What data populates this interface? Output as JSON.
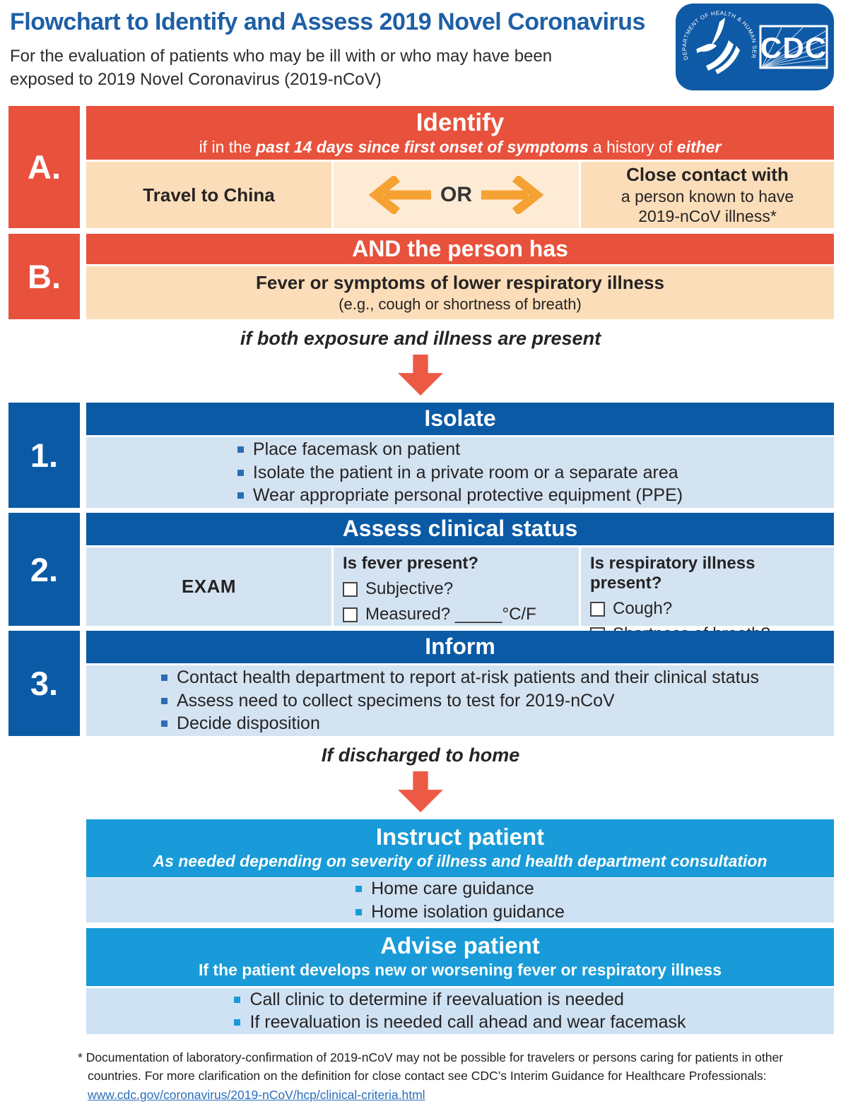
{
  "page": {
    "title": "Flowchart to Identify and Assess 2019 Novel Coronavirus",
    "subtitle": "For the evaluation of patients who may be ill with or who may have been exposed to 2019 Novel Coronavirus (2019-nCoV)"
  },
  "logo": {
    "ring_text": "DEPARTMENT OF HEALTH & HUMAN SERVICES·USA",
    "cdc_text": "CDC"
  },
  "colors": {
    "title_blue": "#1E5FA6",
    "red": "#E8513C",
    "peach": "#FBDEB9",
    "peach_light": "#FDEBD5",
    "orange": "#F5A233",
    "dark_blue": "#0B5AA5",
    "pale_blue": "#D3E3F2",
    "cyan": "#189BD8",
    "pale_cyan": "#CFE2F3",
    "arrow_red": "#EC5944",
    "link_blue": "#2A6EBB"
  },
  "section_a": {
    "label": "A.",
    "header_title": "Identify",
    "sub_prefix": "if in the ",
    "sub_bold1": "past 14 days since first onset of symptoms",
    "sub_mid": " a history of ",
    "sub_bold2": "either",
    "travel": "Travel to China",
    "or_label": "OR",
    "contact_title": "Close contact with",
    "contact_line2": "a person known to have",
    "contact_line3": "2019-nCoV illness*"
  },
  "section_b": {
    "label": "B.",
    "header": "AND the person has",
    "body_bold": "Fever or symptoms of lower respiratory illness",
    "body_note": "(e.g., cough or shortness of breath)"
  },
  "connector1": "if both exposure and illness are present",
  "section_1": {
    "label": "1.",
    "header": "Isolate",
    "bullets": [
      "Place facemask on patient",
      "Isolate the patient in a private room or a separate area",
      "Wear appropriate personal protective equipment (PPE)"
    ]
  },
  "section_2": {
    "label": "2.",
    "header": "Assess clinical status",
    "exam": "EXAM",
    "fever": {
      "title": "Is fever present?",
      "items": [
        "Subjective?",
        "Measured? _____°C/F"
      ]
    },
    "resp": {
      "title": "Is respiratory illness present?",
      "items": [
        "Cough?",
        "Shortness of breath?"
      ]
    }
  },
  "section_3": {
    "label": "3.",
    "header": "Inform",
    "bullets": [
      "Contact health department to report at-risk patients and their clinical status",
      "Assess need to collect specimens to test for 2019-nCoV",
      "Decide disposition"
    ]
  },
  "connector2": "If discharged to home",
  "instruct": {
    "header": "Instruct patient",
    "subheader": "As needed depending on severity of illness and health department consultation",
    "bullets": [
      "Home care guidance",
      "Home isolation guidance"
    ]
  },
  "advise": {
    "header": "Advise patient",
    "subheader": "If the patient develops new or worsening fever or respiratory illness",
    "bullets": [
      "Call clinic to determine if reevaluation is needed",
      "If reevaluation is needed call ahead and wear facemask"
    ]
  },
  "footnote": {
    "marker": "* ",
    "text": "Documentation of laboratory-confirmation of 2019-nCoV may not be possible for travelers or persons caring for patients in other countries. For more clarification on the definition for close contact see CDC’s Interim Guidance for Healthcare Professionals: ",
    "link": "www.cdc.gov/coronavirus/2019-nCoV/hcp/clinical-criteria.html"
  }
}
